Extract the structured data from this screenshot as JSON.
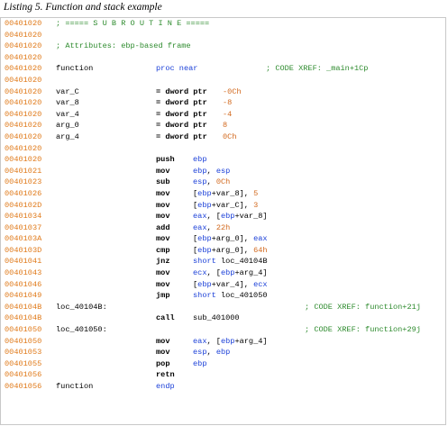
{
  "caption": "Listing 5. Function and stack example",
  "colors": {
    "address": "#e07a1a",
    "comment": "#2e8b2e",
    "register": "#1a3fd8",
    "number": "#d2691e"
  },
  "lines": [
    {
      "addr": "00401020",
      "label": "; ===== S U B R O U T I N E =====",
      "kind": "comment"
    },
    {
      "addr": "00401020"
    },
    {
      "addr": "00401020",
      "label": "; Attributes: ebp-based frame",
      "kind": "comment"
    },
    {
      "addr": "00401020"
    },
    {
      "addr": "00401020",
      "label": "function",
      "mn": "proc near",
      "xref": "; CODE XREF: _main+1Cp"
    },
    {
      "addr": "00401020"
    },
    {
      "addr": "00401020",
      "label": "var_C",
      "mn": "= dword ptr",
      "val": "-0Ch"
    },
    {
      "addr": "00401020",
      "label": "var_8",
      "mn": "= dword ptr",
      "val": "-8"
    },
    {
      "addr": "00401020",
      "label": "var_4",
      "mn": "= dword ptr",
      "val": "-4"
    },
    {
      "addr": "00401020",
      "label": "arg_0",
      "mn": "= dword ptr",
      "val": "8"
    },
    {
      "addr": "00401020",
      "label": "arg_4",
      "mn": "= dword ptr",
      "val": "0Ch"
    },
    {
      "addr": "00401020"
    },
    {
      "addr": "00401020",
      "mn": "push",
      "ops": [
        [
          "ebp",
          "r"
        ]
      ]
    },
    {
      "addr": "00401021",
      "mn": "mov",
      "ops": [
        [
          "ebp",
          "r"
        ],
        [
          ", ",
          ""
        ],
        [
          "esp",
          "r"
        ]
      ]
    },
    {
      "addr": "00401023",
      "mn": "sub",
      "ops": [
        [
          "esp",
          "r"
        ],
        [
          ", ",
          ""
        ],
        [
          "0Ch",
          "o"
        ]
      ]
    },
    {
      "addr": "00401026",
      "mn": "mov",
      "ops": [
        [
          "[",
          ""
        ],
        [
          "ebp",
          "r"
        ],
        [
          "+var_8], ",
          ""
        ],
        [
          "5",
          "o"
        ]
      ]
    },
    {
      "addr": "0040102D",
      "mn": "mov",
      "ops": [
        [
          "[",
          ""
        ],
        [
          "ebp",
          "r"
        ],
        [
          "+var_C], ",
          ""
        ],
        [
          "3",
          "o"
        ]
      ]
    },
    {
      "addr": "00401034",
      "mn": "mov",
      "ops": [
        [
          "eax",
          "r"
        ],
        [
          ", [",
          ""
        ],
        [
          "ebp",
          "r"
        ],
        [
          "+var_8]",
          ""
        ]
      ]
    },
    {
      "addr": "00401037",
      "mn": "add",
      "ops": [
        [
          "eax",
          "r"
        ],
        [
          ", ",
          ""
        ],
        [
          "22h",
          "o"
        ]
      ]
    },
    {
      "addr": "0040103A",
      "mn": "mov",
      "ops": [
        [
          "[",
          ""
        ],
        [
          "ebp",
          "r"
        ],
        [
          "+arg_0], ",
          ""
        ],
        [
          "eax",
          "r"
        ]
      ]
    },
    {
      "addr": "0040103D",
      "mn": "cmp",
      "ops": [
        [
          "[",
          ""
        ],
        [
          "ebp",
          "r"
        ],
        [
          "+arg_0], ",
          ""
        ],
        [
          "64h",
          "o"
        ]
      ]
    },
    {
      "addr": "00401041",
      "mn": "jnz",
      "ops": [
        [
          "short ",
          "r"
        ],
        [
          "loc_40104B",
          ""
        ]
      ]
    },
    {
      "addr": "00401043",
      "mn": "mov",
      "ops": [
        [
          "ecx",
          "r"
        ],
        [
          ", [",
          ""
        ],
        [
          "ebp",
          "r"
        ],
        [
          "+arg_4]",
          ""
        ]
      ]
    },
    {
      "addr": "00401046",
      "mn": "mov",
      "ops": [
        [
          "[",
          ""
        ],
        [
          "ebp",
          "r"
        ],
        [
          "+var_4], ",
          ""
        ],
        [
          "ecx",
          "r"
        ]
      ]
    },
    {
      "addr": "00401049",
      "mn": "jmp",
      "ops": [
        [
          "short ",
          "r"
        ],
        [
          "loc_401050",
          ""
        ]
      ]
    },
    {
      "addr": "0040104B",
      "label": "loc_40104B:",
      "xref2": "; CODE XREF: function+21j"
    },
    {
      "addr": "0040104B",
      "mn": "call",
      "ops": [
        [
          "sub_401000",
          ""
        ]
      ]
    },
    {
      "addr": "00401050",
      "label": "loc_401050:",
      "xref2": "; CODE XREF: function+29j"
    },
    {
      "addr": "00401050",
      "mn": "mov",
      "ops": [
        [
          "eax",
          "r"
        ],
        [
          ", [",
          ""
        ],
        [
          "ebp",
          "r"
        ],
        [
          "+arg_4]",
          ""
        ]
      ]
    },
    {
      "addr": "00401053",
      "mn": "mov",
      "ops": [
        [
          "esp",
          "r"
        ],
        [
          ", ",
          ""
        ],
        [
          "ebp",
          "r"
        ]
      ]
    },
    {
      "addr": "00401055",
      "mn": "pop",
      "ops": [
        [
          "ebp",
          "r"
        ]
      ]
    },
    {
      "addr": "00401056",
      "mn": "retn"
    },
    {
      "addr": "00401056",
      "label": "function",
      "mn": "endp",
      "mnblue": true
    }
  ]
}
